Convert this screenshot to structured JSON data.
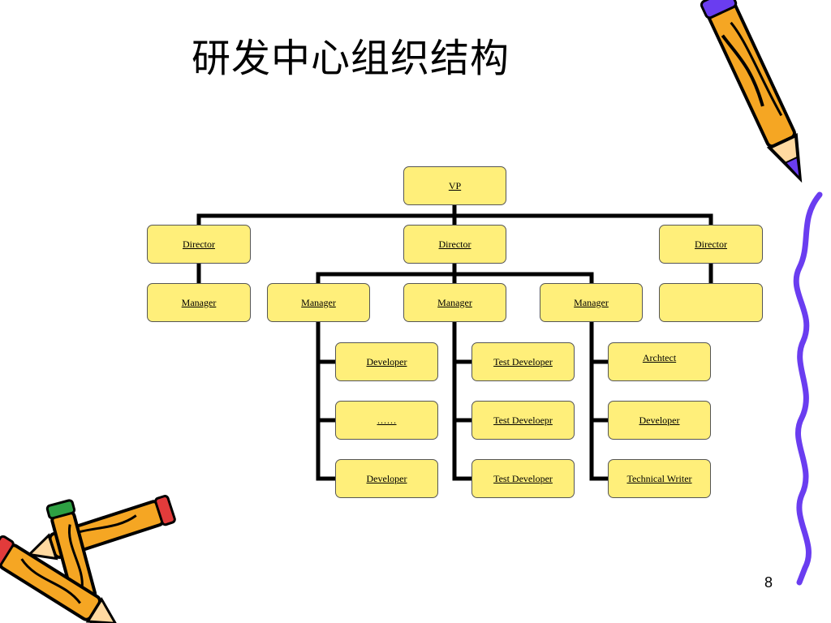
{
  "slide": {
    "title": "研发中心组织结构",
    "page_number": "8"
  },
  "org_chart": {
    "vp": "VP",
    "directors": [
      "Director",
      "Director",
      "Director"
    ],
    "managers": {
      "left": "Manager",
      "center_1": "Manager",
      "center_2": "Manager",
      "center_3": "Manager",
      "right": ""
    },
    "staff": {
      "col1": [
        "Developer",
        "……",
        "Developer"
      ],
      "col2": [
        "Test Developer",
        "Test Develoepr",
        "Test Developer"
      ],
      "col3": [
        "Archtect",
        "Developer",
        "Technical Writer"
      ]
    }
  },
  "colors": {
    "node_fill": "#ffef7a",
    "connector": "#000000",
    "pencil_orange": "#f5a623",
    "pencil_purple": "#6a3df0",
    "squiggle": "#6a3df0"
  },
  "icons": [
    "pencil-icon",
    "crossed-pencils-icon",
    "squiggle-line-icon"
  ]
}
